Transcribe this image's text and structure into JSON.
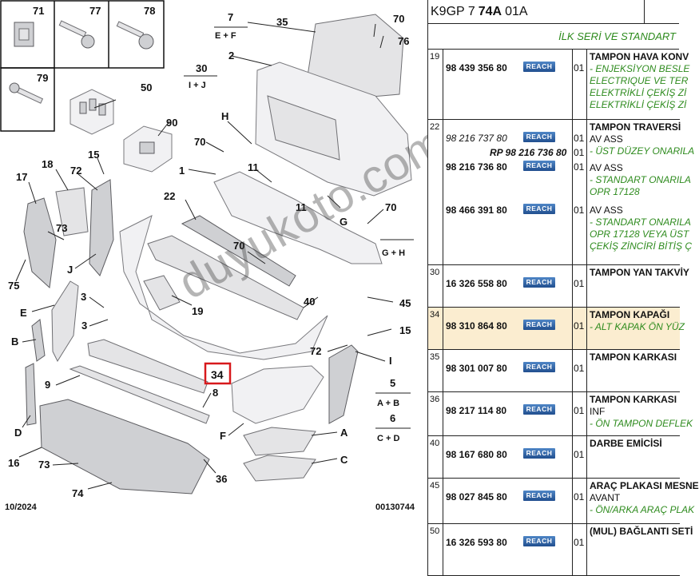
{
  "diagram": {
    "labels": [
      "71",
      "77",
      "78",
      "79",
      "50",
      "90",
      "7",
      "E + F",
      "35",
      "70",
      "76",
      "30",
      "I + J",
      "2",
      "H",
      "70",
      "11",
      "11",
      "1",
      "18",
      "17",
      "72",
      "15",
      "73",
      "J",
      "75",
      "22",
      "70",
      "G",
      "70",
      "G + H",
      "40",
      "45",
      "3",
      "19",
      "E",
      "B",
      "3",
      "34",
      "9",
      "8",
      "72",
      "15",
      "I",
      "5",
      "A + B",
      "6",
      "C + D",
      "D",
      "F",
      "16",
      "73",
      "74",
      "36",
      "A",
      "C"
    ],
    "watermark": "duyukoto.com",
    "date": "10/2024",
    "ref": "00130744"
  },
  "header": {
    "prefix": "K9GP 7",
    "bold": "74A",
    "suffix": "01A"
  },
  "subheader": "İLK SERİ VE STANDART",
  "reach_label": "REACH",
  "rows": [
    {
      "idx": "19",
      "highlight": false,
      "refs": [
        {
          "ref": "98 439 356 80",
          "qty": "01",
          "style": "b"
        }
      ],
      "desc": [
        {
          "t": "TAMPON HAVA KONV",
          "s": "t"
        },
        {
          "t": "- ENJEKSİYON BESLE",
          "s": "g"
        },
        {
          "t": "ELECTRIQUE VE TER",
          "s": "g"
        },
        {
          "t": "ELEKTRİKLİ ÇEKİŞ Zİ",
          "s": "g"
        },
        {
          "t": "ELEKTRİKLİ ÇEKİŞ Zİ",
          "s": "g"
        }
      ]
    },
    {
      "idx": "22",
      "highlight": false,
      "refs": [
        {
          "ref": "98 216 737 80",
          "qty": "01",
          "style": "it"
        },
        {
          "ref": "RP 98 216 736 80",
          "qty": "01",
          "style": "rp"
        },
        {
          "ref": "98 216 736 80",
          "qty": "01",
          "style": "b"
        },
        {
          "ref": "98 466 391 80",
          "qty": "01",
          "style": "b"
        }
      ],
      "desc": [
        {
          "t": "TAMPON TRAVERSİ",
          "s": "t"
        },
        {
          "t": "AV ASS",
          "s": "n"
        },
        {
          "t": "- ÜST DÜZEY ONARILA",
          "s": "g"
        },
        {
          "t": "AV ASS",
          "s": "n"
        },
        {
          "t": "- STANDART ONARILA",
          "s": "g"
        },
        {
          "t": "OPR 17128",
          "s": "g"
        },
        {
          "t": "AV ASS",
          "s": "n"
        },
        {
          "t": "- STANDART ONARILA",
          "s": "g"
        },
        {
          "t": "OPR 17128 VEYA ÜST",
          "s": "g"
        },
        {
          "t": "ÇEKİŞ ZİNCİRİ BİTİŞ Ç",
          "s": "g"
        }
      ]
    },
    {
      "idx": "30",
      "highlight": false,
      "refs": [
        {
          "ref": "16 326 558 80",
          "qty": "01",
          "style": "b"
        }
      ],
      "desc": [
        {
          "t": "TAMPON YAN TAKVİY",
          "s": "t"
        }
      ]
    },
    {
      "idx": "34",
      "highlight": true,
      "refs": [
        {
          "ref": "98 310 864 80",
          "qty": "01",
          "style": "b"
        }
      ],
      "desc": [
        {
          "t": "TAMPON KAPAĞI",
          "s": "t"
        },
        {
          "t": "- ALT KAPAK ÖN YÜZ",
          "s": "g"
        }
      ]
    },
    {
      "idx": "35",
      "highlight": false,
      "refs": [
        {
          "ref": "98 301 007 80",
          "qty": "01",
          "style": "b"
        }
      ],
      "desc": [
        {
          "t": "TAMPON KARKASI",
          "s": "t"
        }
      ]
    },
    {
      "idx": "36",
      "highlight": false,
      "refs": [
        {
          "ref": "98 217 114 80",
          "qty": "01",
          "style": "b"
        }
      ],
      "desc": [
        {
          "t": "TAMPON KARKASI",
          "s": "t"
        },
        {
          "t": "INF",
          "s": "n"
        },
        {
          "t": "- ÖN TAMPON DEFLEK",
          "s": "g"
        }
      ]
    },
    {
      "idx": "40",
      "highlight": false,
      "refs": [
        {
          "ref": "98 167 680 80",
          "qty": "01",
          "style": "b"
        }
      ],
      "desc": [
        {
          "t": "DARBE EMİCİSİ",
          "s": "t"
        }
      ]
    },
    {
      "idx": "45",
      "highlight": false,
      "refs": [
        {
          "ref": "98 027 845 80",
          "qty": "01",
          "style": "b"
        }
      ],
      "desc": [
        {
          "t": "ARAÇ PLAKASI MESNE",
          "s": "t"
        },
        {
          "t": "AVANT",
          "s": "n"
        },
        {
          "t": "- ÖN/ARKA ARAÇ PLAK",
          "s": "g"
        }
      ]
    },
    {
      "idx": "50",
      "highlight": false,
      "refs": [
        {
          "ref": "16 326 593 80",
          "qty": "01",
          "style": "b"
        }
      ],
      "desc": [
        {
          "t": "(MUL) BAĞLANTI SETİ",
          "s": "t"
        }
      ]
    }
  ]
}
